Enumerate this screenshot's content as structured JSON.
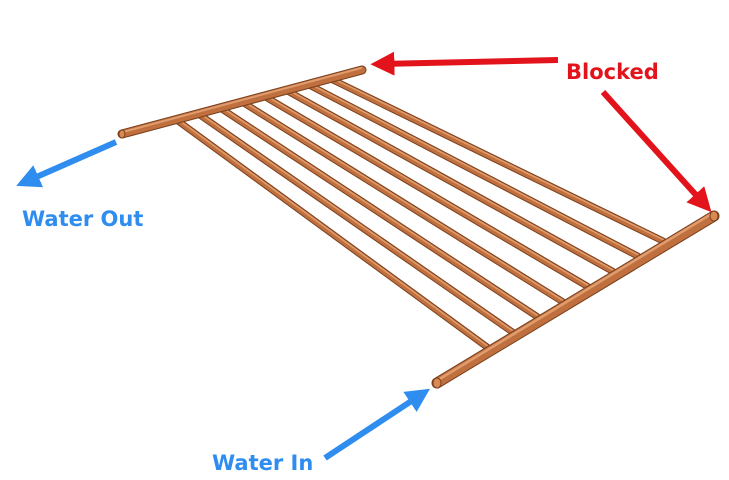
{
  "labels": {
    "blocked": "Blocked",
    "water_out": "Water Out",
    "water_in": "Water In"
  },
  "colors": {
    "pipe": "#c0703f",
    "pipe_highlight": "#e8a878",
    "pipe_shadow": "#7a3f1c",
    "blocked_arrow": "#e3131b",
    "flow_arrow": "#2f8df0"
  },
  "pipes": {
    "riser_count": 8
  }
}
